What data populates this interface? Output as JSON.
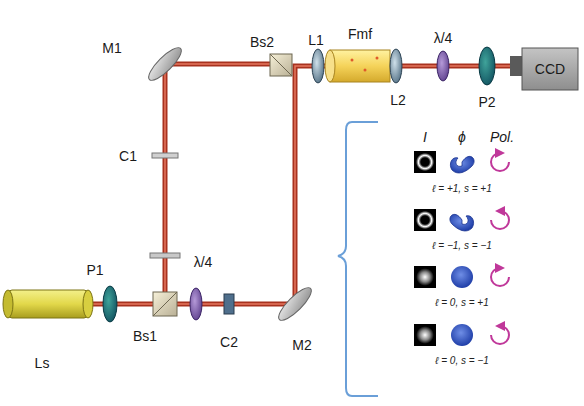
{
  "diagram": {
    "labels": [
      "M1",
      "Bs2",
      "L1",
      "Fmf",
      "L2",
      "λ/4",
      "P2",
      "CCD",
      "C1",
      "λ/4",
      "Ls",
      "P1",
      "Bs1",
      "C2",
      "M2",
      "I",
      "ϕ",
      "Pol.",
      "ℓ = +1, s = +1",
      "ℓ = −1, s = −1",
      "ℓ = 0, s = +1",
      "ℓ = 0, s = −1"
    ]
  }
}
